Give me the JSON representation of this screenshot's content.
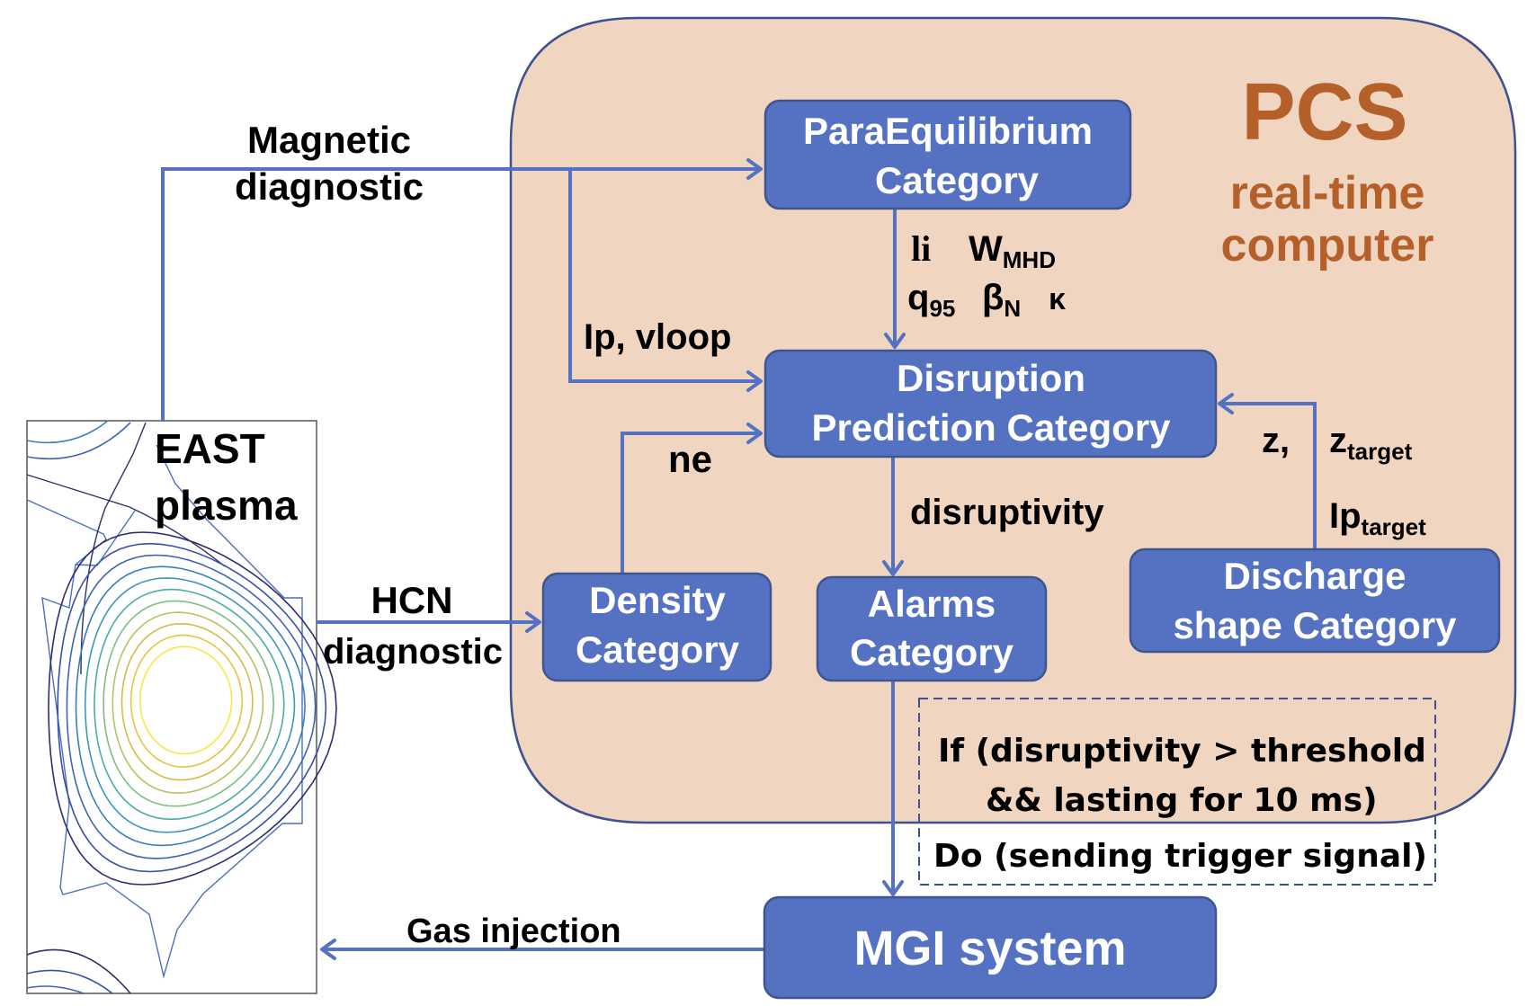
{
  "colors": {
    "box_fill": "#5572c2",
    "box_border": "#3f5590",
    "pcs_fill": "#f0d5c0",
    "pcs_border": "#3d5090",
    "pcs_text": "#b5602a",
    "connector": "#5572c2",
    "dashed_border": "#3d5090",
    "plasma_frame": "#555555",
    "contour_colors": [
      "#2c2f6e",
      "#3a4fa6",
      "#3f63b8",
      "#3a7ebf",
      "#3c98b8",
      "#4aada3",
      "#7bbf82",
      "#b3c460",
      "#d9b948",
      "#e8c440",
      "#f7e847"
    ]
  },
  "plasma": {
    "title_line1": "EAST",
    "title_line2": "plasma"
  },
  "pcs": {
    "title": "PCS",
    "subtitle_line1": "real-time",
    "subtitle_line2": "computer"
  },
  "categories": {
    "paraequilibrium": {
      "line1": "ParaEquilibrium",
      "line2": "Category"
    },
    "disruption": {
      "line1": "Disruption",
      "line2": "Prediction Category"
    },
    "density": {
      "line1": "Density",
      "line2": "Category"
    },
    "alarms": {
      "line1": "Alarms",
      "line2": "Category"
    },
    "discharge": {
      "line1": "Discharge",
      "line2": "shape Category"
    },
    "mgi": {
      "label": "MGI system"
    }
  },
  "signals": {
    "magnetic_line1": "Magnetic",
    "magnetic_line2": "diagnostic",
    "hcn_line1": "HCN",
    "hcn_line2": "diagnostic",
    "ip_vloop": "Ip, vloop",
    "ne": "ne",
    "disruptivity": "disruptivity",
    "gas_injection": "Gas injection",
    "eq_li": "li",
    "eq_W": "W",
    "eq_W_sub": "MHD",
    "eq_q": "q",
    "eq_q_sub": "95",
    "eq_beta": "β",
    "eq_beta_sub": "N",
    "eq_kappa": "κ",
    "shape_z": "z,",
    "shape_ztarget": "z",
    "shape_ztarget_sub": "target",
    "shape_ip": "Ip",
    "shape_ip_sub": "target"
  },
  "trigger_logic": {
    "line1": "If (disruptivity > threshold",
    "line2": "&& lasting for 10 ms)",
    "line3": "Do (sending trigger signal)"
  }
}
